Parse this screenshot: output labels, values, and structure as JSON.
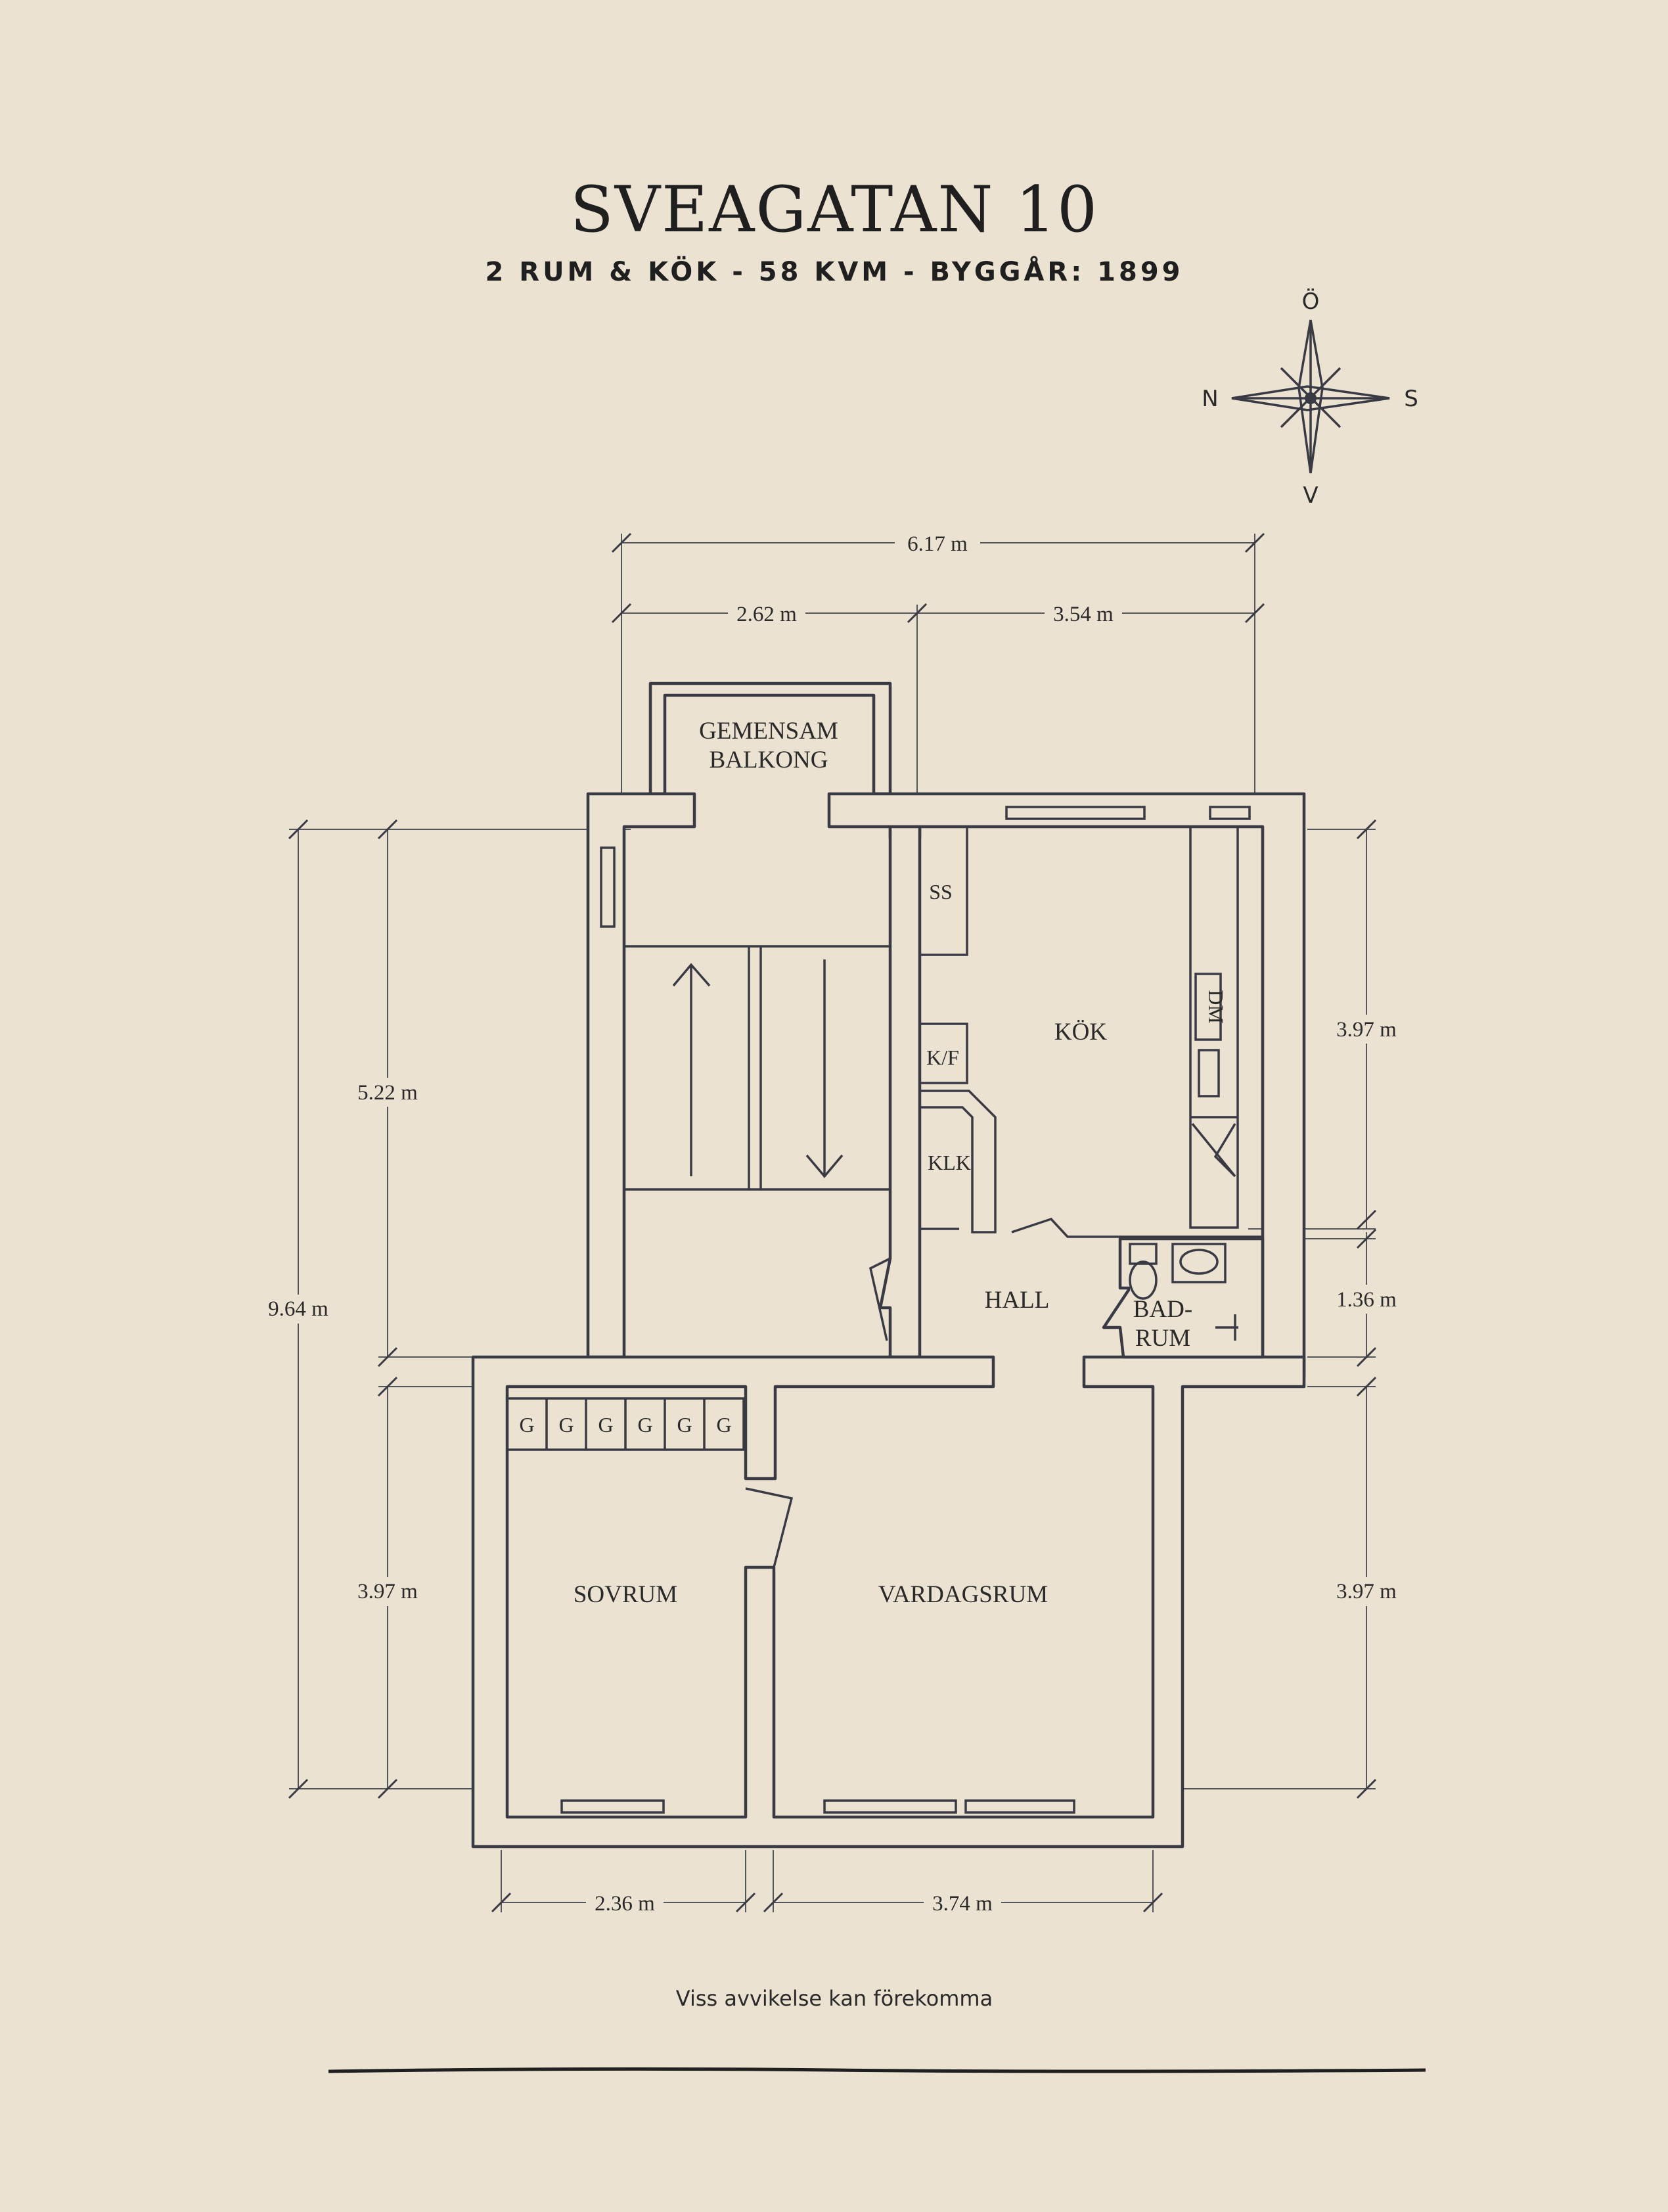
{
  "header": {
    "title": "SVEAGATAN 10",
    "subtitle": "2 RUM & KÖK  -  58 KVM  -  BYGGÅR: 1899"
  },
  "compass": {
    "north": "Ö",
    "west": "N",
    "east": "S",
    "south": "V"
  },
  "rooms": {
    "balcony_line1": "GEMENSAM",
    "balcony_line2": "BALKONG",
    "kitchen": "KÖK",
    "ss": "SS",
    "kf": "K/F",
    "klk": "KLK",
    "dm": "DM",
    "hall": "HALL",
    "bath_line1": "BAD-",
    "bath_line2": "RUM",
    "bedroom": "SOVRUM",
    "living": "VARDAGSRUM",
    "closet": "G"
  },
  "dimensions": {
    "total_width": "6.17 m",
    "stair_width": "2.62 m",
    "kitchen_width": "3.54 m",
    "stair_depth": "5.22 m",
    "total_depth": "9.64 m",
    "bedroom_depth": "3.97 m",
    "kitchen_depth": "3.97 m",
    "bath_depth": "1.36 m",
    "living_depth": "3.97 m",
    "bedroom_width": "2.36 m",
    "living_width": "3.74 m"
  },
  "footer": {
    "note": "Viss avvikelse kan förekomma"
  }
}
